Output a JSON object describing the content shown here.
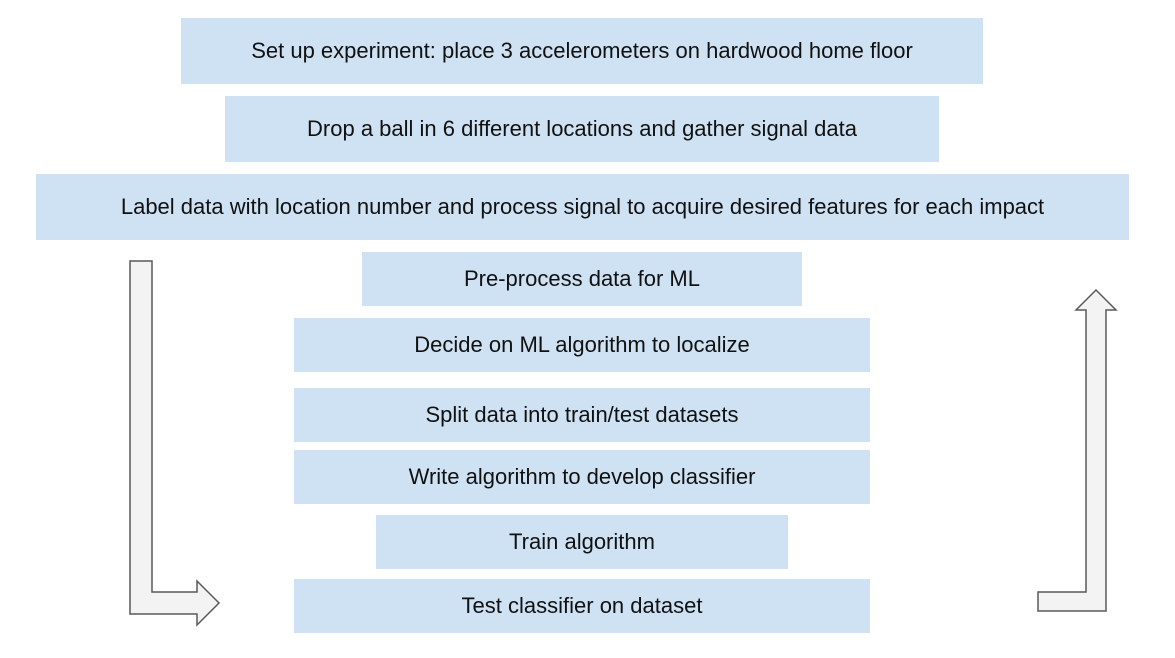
{
  "steps": [
    "Set up experiment: place 3 accelerometers on hardwood home floor",
    "Drop a ball in 6 different locations and gather signal data",
    "Label data with location number and process signal to acquire desired features for each impact",
    "Pre-process data for ML",
    "Decide on ML algorithm to localize",
    "Split data into train/test datasets",
    "Write algorithm to develop classifier",
    "Train algorithm",
    "Test classifier on dataset"
  ],
  "colors": {
    "box_fill": "#cfe2f3",
    "arrow_fill": "#f3f3f3",
    "arrow_stroke": "#595959"
  }
}
